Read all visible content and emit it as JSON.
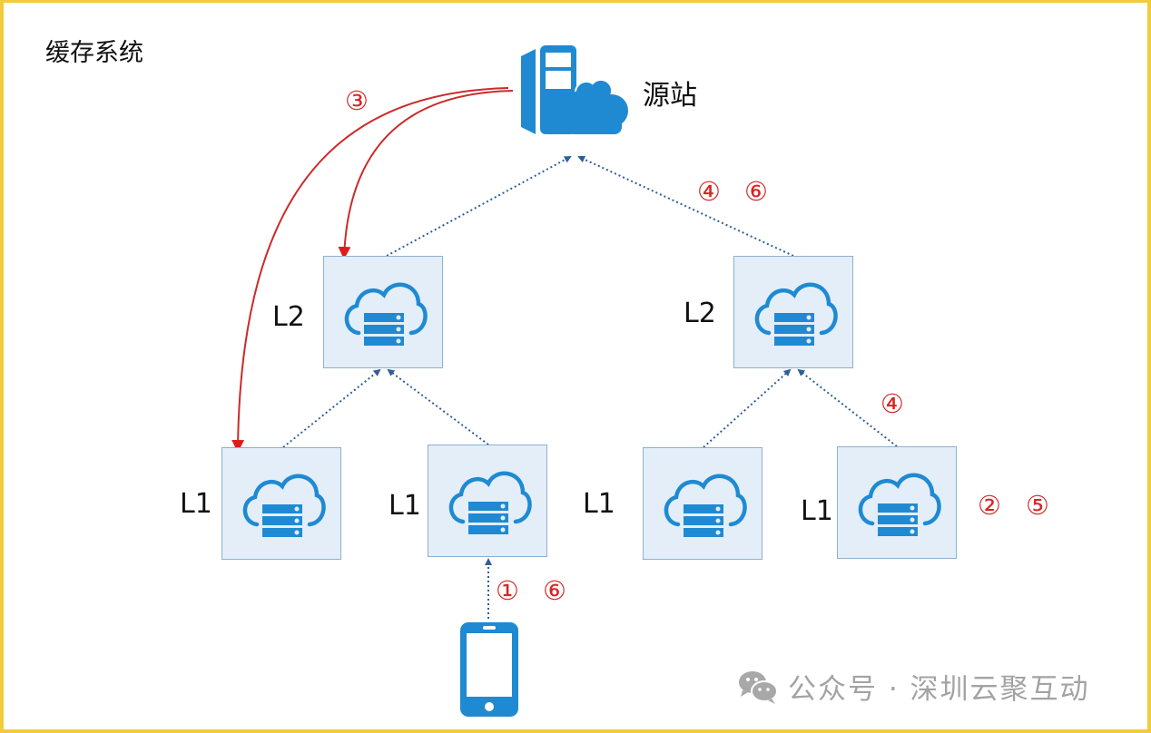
{
  "title": "缓存系统",
  "origin": {
    "label": "源站",
    "icon": "cloud-server-origin-icon"
  },
  "nodes": {
    "l2_left": {
      "level": "L2",
      "icon": "cloud-server-icon"
    },
    "l2_right": {
      "level": "L2",
      "icon": "cloud-server-icon"
    },
    "l1_a": {
      "level": "L1",
      "icon": "cloud-server-icon"
    },
    "l1_b": {
      "level": "L1",
      "icon": "cloud-server-icon"
    },
    "l1_c": {
      "level": "L1",
      "icon": "cloud-server-icon"
    },
    "l1_d": {
      "level": "L1",
      "icon": "cloud-server-icon"
    }
  },
  "client": {
    "icon": "smartphone-icon"
  },
  "steps": {
    "s3": "③",
    "s4_top": "④",
    "s6_top": "⑥",
    "s4_mid": "④",
    "s2": "②",
    "s5": "⑤",
    "s1": "①",
    "s6_bottom": "⑥"
  },
  "watermark": {
    "text": "公众号 · 深圳云聚互动",
    "icon": "wechat-icon"
  },
  "colors": {
    "frame": "#f2cb3c",
    "icon_blue": "#1f8ad2",
    "node_fill": "#e3eef9",
    "node_border": "#8fb0cf",
    "dotted_arrow": "#2f5f98",
    "red_arrow": "#d42626",
    "step_red": "#d42626",
    "watermark_gray": "#a3a3a3"
  }
}
